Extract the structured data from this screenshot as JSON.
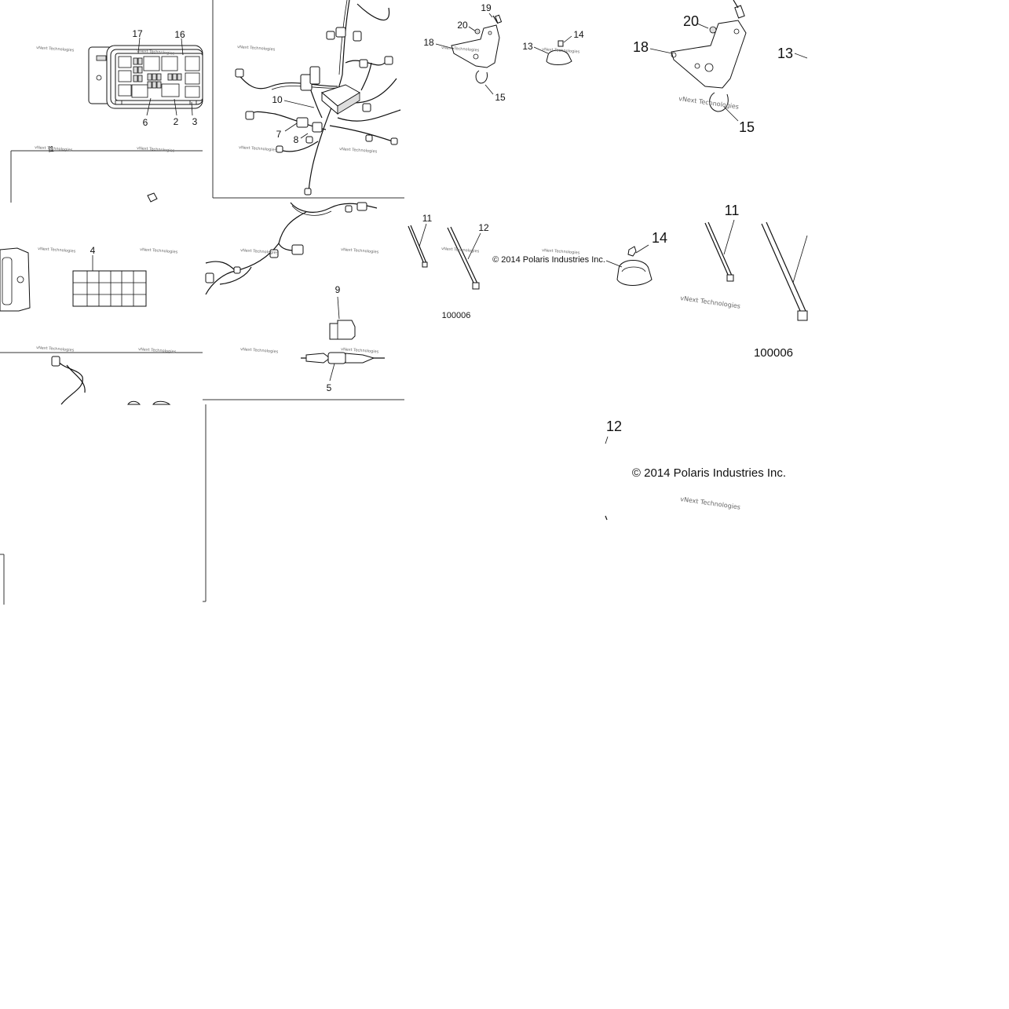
{
  "copyright": "© 2014 Polaris Industries Inc.",
  "diagram_number": "100006",
  "watermark": "vNext Technologies",
  "callouts": {
    "c1": "1",
    "c2": "2",
    "c3": "3",
    "c4": "4",
    "c5": "5",
    "c6": "6",
    "c7": "7",
    "c8": "8",
    "c9": "9",
    "c10": "10",
    "c11": "11",
    "c12": "12",
    "c13": "13",
    "c14": "14",
    "c15": "15",
    "c16": "16",
    "c17": "17",
    "c18": "18",
    "c19": "19",
    "c20": "20"
  }
}
